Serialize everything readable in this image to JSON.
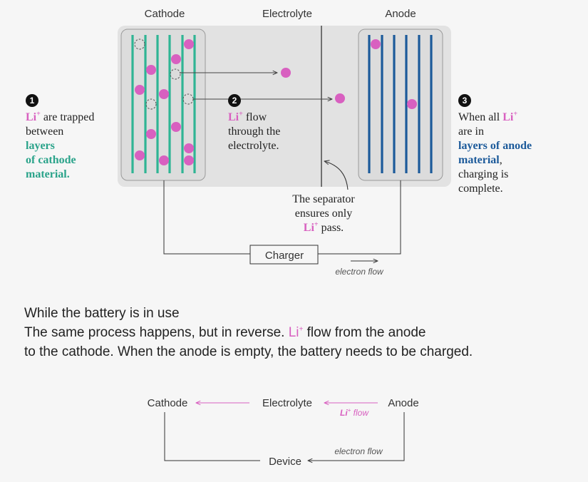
{
  "top": {
    "cathode_label": "Cathode",
    "electrolyte_label": "Electrolyte",
    "anode_label": "Anode",
    "charger_label": "Charger",
    "electron_flow_label": "electron flow"
  },
  "notes": {
    "step1": {
      "num": "1",
      "li": "Li",
      "sup": "+",
      "line1_rest": " are trapped",
      "line2": "between",
      "line3": "layers",
      "line4": "of cathode",
      "line5": "material."
    },
    "step2": {
      "num": "2",
      "li": "Li",
      "sup": "+",
      "line1_rest": " flow",
      "line2": "through the",
      "line3": "electrolyte."
    },
    "step3": {
      "num": "3",
      "line1_pre": "When all ",
      "li": "Li",
      "sup": "+",
      "line2": "are in",
      "line3": "layers of anode",
      "line4": "material",
      "line4_rest": ",",
      "line5": "charging is",
      "line6": "complete."
    },
    "separator": {
      "line1": "The separator",
      "line2": "ensures only",
      "li": "Li",
      "sup": "+",
      "line3_rest": " pass."
    }
  },
  "in_use": {
    "heading": "While the battery is in use",
    "line1_pre": "The same process happens, but in reverse. ",
    "li": "Li",
    "sup": "+",
    "line1_post": " flow from the anode",
    "line2": "to the cathode. When the anode is empty, the battery needs to be charged."
  },
  "bottom": {
    "cathode_label": "Cathode",
    "electrolyte_label": "Electrolyte",
    "anode_label": "Anode",
    "li_label": "Li",
    "li_sup": "+",
    "flow_label": " flow",
    "device_label": "Device",
    "electron_flow_label": "electron flow"
  },
  "colors": {
    "cathode_plate": "#2fb594",
    "anode_plate": "#1c5a9a",
    "ion": "#d860c0",
    "panel": "#e2e2e2",
    "electrode_bg": "#dcdcdc"
  }
}
